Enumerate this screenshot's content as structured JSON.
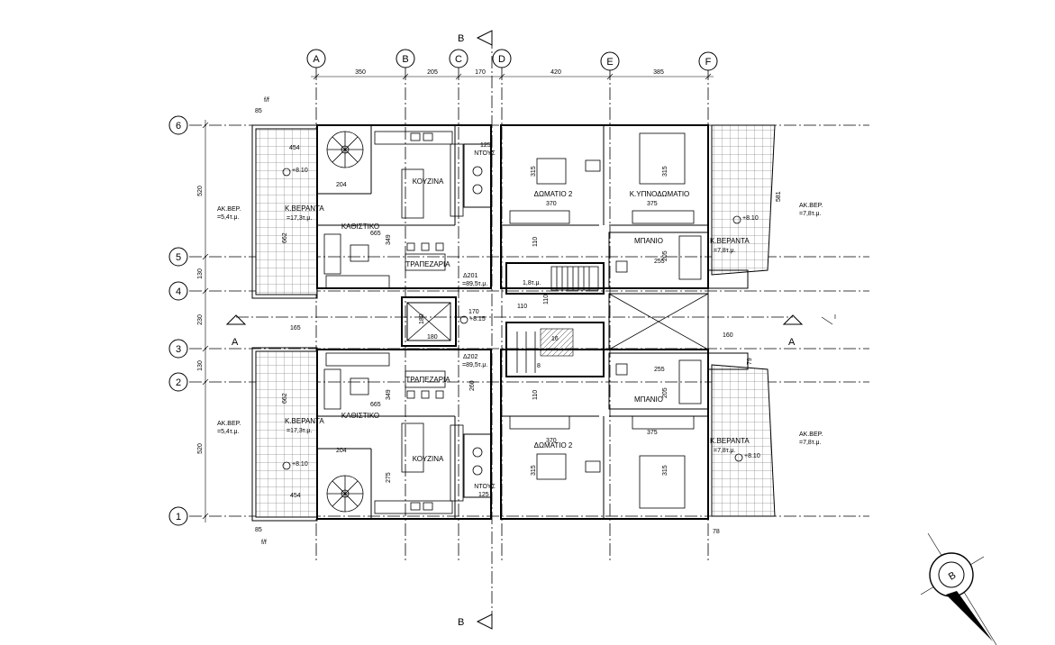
{
  "axes": {
    "columns": [
      "A",
      "B",
      "C",
      "D",
      "E",
      "F"
    ],
    "rows": [
      "6",
      "5",
      "4",
      "3",
      "2",
      "1"
    ]
  },
  "section_marks": {
    "b_top": "B",
    "b_bottom": "B",
    "a_left": "A",
    "a_right": "A",
    "roman": "I"
  },
  "dimensions": {
    "top": [
      "350",
      "205",
      "170",
      "420",
      "385"
    ],
    "left": [
      "520",
      "130",
      "230",
      "130",
      "520"
    ],
    "misc": {
      "d85_top": "85",
      "d85_bottom": "85",
      "ff_top": "f/f",
      "ff_bottom": "f/f",
      "d454_top": "454",
      "d454_bottom": "454",
      "d204_top": "204",
      "d204_bottom": "204",
      "d665_top": "665",
      "d665_bottom": "665",
      "d349_top": "349",
      "d349_bottom": "349",
      "d662_top": "662",
      "d662_bottom": "662",
      "d125_top": "125",
      "d125_bottom": "125",
      "d315_a": "315",
      "d315_b": "315",
      "d315_c": "315",
      "d315_d": "315",
      "d370_top": "370",
      "d370_bottom": "370",
      "d375_top": "375",
      "d375_bottom": "375",
      "d581": "581",
      "d110_a": "110",
      "d110_b": "110",
      "d110_c": "110",
      "d110_d": "110",
      "d205_a": "205",
      "d205_b": "205",
      "d255_a": "255",
      "d255_b": "255",
      "d170": "170",
      "d180_v": "180",
      "d180_h": "180",
      "d165": "165",
      "d160": "160",
      "d260": "260",
      "d275": "275",
      "d78": "78",
      "d79": "79"
    }
  },
  "levels": {
    "lvl_top_left": "+8.10",
    "lvl_bottom_left": "+8.10",
    "lvl_top_right": "+8.10",
    "lvl_bottom_right": "+8.10",
    "lvl_center": "+8.15"
  },
  "rooms": {
    "kitchen_top": "ΚΟΥΖΙΝΑ",
    "kitchen_bottom": "ΚΟΥΖΙΝΑ",
    "living_top": "ΚΑΘΙΣΤΙΚΟ",
    "living_bottom": "ΚΑΘΙΣΤΙΚΟ",
    "dining_top": "ΤΡΑΠΕΖΑΡΙΑ",
    "dining_bottom": "ΤΡΑΠΕΖΑΡΙΑ",
    "bedroom2_top": "ΔΩΜΑΤΙΟ 2",
    "bedroom2_bottom": "ΔΩΜΑΤΙΟ 2",
    "master_top": "Κ.ΥΠΝΟΔΩΜΑΤΙΟ",
    "bath_top": "ΜΠΑΝΙΟ",
    "bath_bottom": "ΜΠΑΝΙΟ",
    "shower_top": "ΝΤΟΥΣ",
    "shower_bottom": "ΝΤΟΥΣ",
    "veranda_left_top": "Κ.ΒΕΡΑΝΤΑ",
    "veranda_left_top_area": "=17,3τ.μ.",
    "veranda_left_bottom": "Κ.ΒΕΡΑΝΤΑ",
    "veranda_left_bottom_area": "=17,3τ.μ.",
    "veranda_right_top": "Κ.ΒΕΡΑΝΤΑ",
    "veranda_right_top_area": "=7,8τ.μ.",
    "veranda_right_bottom": "Κ.ΒΕΡΑΝΤΑ",
    "veranda_right_bottom_area": "=7,8τ.μ.",
    "ak_left_top": "ΑΚ.ΒΕΡ.",
    "ak_left_top_area": "=5,4τ.μ.",
    "ak_left_bottom": "ΑΚ.ΒΕΡ.",
    "ak_left_bottom_area": "=5,4τ.μ.",
    "ak_right_top": "ΑΚ.ΒΕΡ.",
    "ak_right_top_area": "=7,8τ.μ.",
    "ak_right_bottom": "ΑΚ.ΒΕΡ.",
    "ak_right_bottom_area": "=7,8τ.μ.",
    "unit_top": "Δ201",
    "unit_top_area": "=89,5τ.μ.",
    "unit_bottom": "Δ202",
    "unit_bottom_area": "=89,5τ.μ.",
    "stair_area": "1,8τ.μ.",
    "stair_count": "16",
    "stair_count2": "8"
  },
  "compass": {
    "letter": "B"
  }
}
